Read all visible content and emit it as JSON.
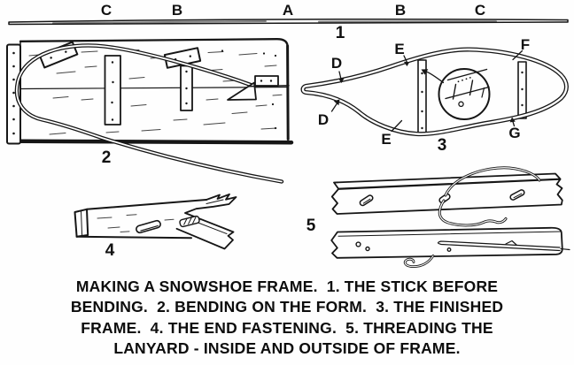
{
  "page": {
    "background": "#fefefe",
    "ink_color": "#161616"
  },
  "caption": {
    "lines": [
      "MAKING A SNOWSHOE FRAME.  1. THE STICK BEFORE",
      "BENDING.  2. BENDING ON THE FORM.  3. THE FINISHED",
      "FRAME.  4. THE END FASTENING.  5. THREADING THE",
      "LANYARD - INSIDE AND OUTSIDE OF FRAME."
    ]
  },
  "figures": {
    "stick": {
      "number": "1",
      "section_labels": [
        "C",
        "B",
        "A",
        "B",
        "C"
      ]
    },
    "bending_form": {
      "number": "2"
    },
    "finished_frame": {
      "number": "3",
      "labels": {
        "d_top": "D",
        "d_bottom": "D",
        "e_top": "E",
        "e_bottom": "E",
        "f": "F",
        "g": "G"
      }
    },
    "end_fastening": {
      "number": "4"
    },
    "lanyard_threading": {
      "number": "5"
    }
  }
}
